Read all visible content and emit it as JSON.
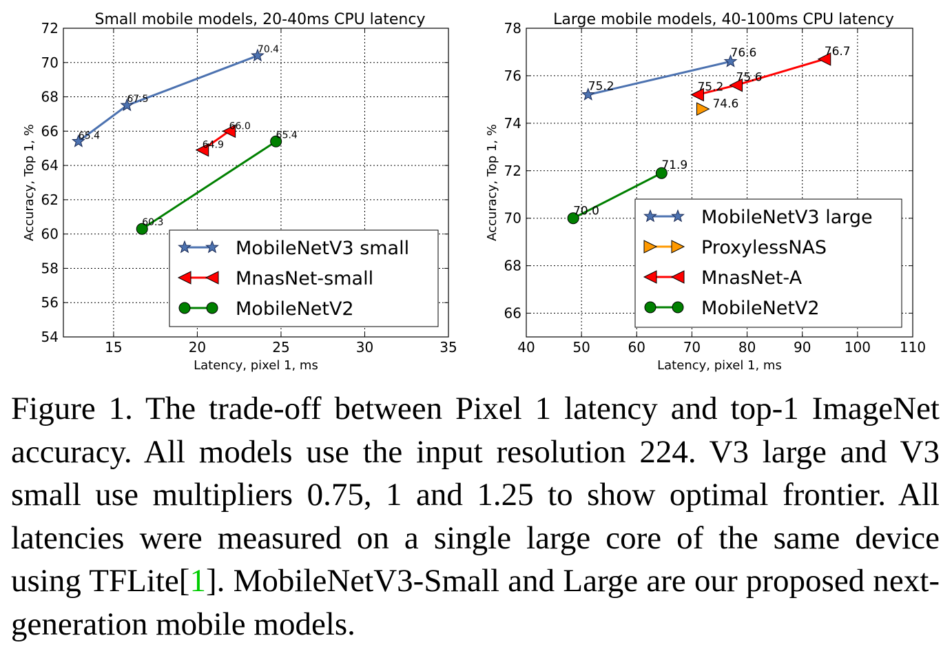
{
  "chart_data": [
    {
      "type": "line",
      "title": "Small mobile models, 20-40ms CPU latency",
      "xlabel": "Latency, pixel 1, ms",
      "ylabel": "Accuracy, Top 1, %",
      "xlim": [
        12,
        35
      ],
      "ylim": [
        54,
        72
      ],
      "xticks": [
        15,
        20,
        25,
        30,
        35
      ],
      "yticks": [
        54,
        56,
        58,
        60,
        62,
        64,
        66,
        68,
        70,
        72
      ],
      "grid": true,
      "legend_position": "lower-right",
      "series": [
        {
          "name": "MobileNetV3 small",
          "color": "#4c72b0",
          "marker": "star",
          "x": [
            12.9,
            15.8,
            23.6
          ],
          "y": [
            65.4,
            67.5,
            70.4
          ],
          "labels": [
            "65.4",
            "67.5",
            "70.4"
          ]
        },
        {
          "name": "MnasNet-small",
          "color": "#ff0000",
          "marker": "triangle-left",
          "x": [
            20.3,
            21.9
          ],
          "y": [
            64.9,
            66.0
          ],
          "labels": [
            "64.9",
            "66.0"
          ]
        },
        {
          "name": "MobileNetV2",
          "color": "#008000",
          "marker": "circle",
          "x": [
            16.7,
            24.7
          ],
          "y": [
            60.3,
            65.4
          ],
          "labels": [
            "60.3",
            "65.4"
          ]
        }
      ]
    },
    {
      "type": "line",
      "title": "Large mobile models, 40-100ms CPU latency",
      "xlabel": "Latency, pixel 1, ms",
      "ylabel": "Accuracy, Top 1, %",
      "xlim": [
        40,
        110
      ],
      "ylim": [
        65,
        78
      ],
      "xticks": [
        40,
        50,
        60,
        70,
        80,
        90,
        100,
        110
      ],
      "yticks": [
        66,
        68,
        70,
        72,
        74,
        76,
        78
      ],
      "grid": true,
      "legend_position": "lower-right",
      "series": [
        {
          "name": "MobileNetV3 large",
          "color": "#4c72b0",
          "marker": "star",
          "x": [
            51.2,
            77.0
          ],
          "y": [
            75.2,
            76.6
          ],
          "labels": [
            "75.2",
            "76.6"
          ]
        },
        {
          "name": "ProxylessNAS",
          "color": "#ff9900",
          "marker": "triangle-right",
          "x": [
            72.0
          ],
          "y": [
            74.6
          ],
          "labels": [
            "74.6"
          ]
        },
        {
          "name": "MnasNet-A",
          "color": "#ff0000",
          "marker": "triangle-left",
          "x": [
            71.0,
            78.0,
            94.0
          ],
          "y": [
            75.2,
            75.6,
            76.7
          ],
          "labels": [
            "75.2",
            "75.6",
            "76.7"
          ]
        },
        {
          "name": "MobileNetV2",
          "color": "#008000",
          "marker": "circle",
          "x": [
            48.5,
            64.5
          ],
          "y": [
            70.0,
            71.9
          ],
          "labels": [
            "70.0",
            "71.9"
          ]
        }
      ]
    }
  ],
  "caption": {
    "text_before_cite": "Figure 1. The trade-off between Pixel 1 latency and top-1 ImageNet accuracy. All models use the input resolution 224. V3 large and V3 small use multipliers 0.75, 1 and 1.25 to show optimal frontier. All latencies were measured on a single large core of the same device using TFLite[",
    "cite": "1",
    "text_after_cite": "]. MobileNetV3-Small and Large are our proposed next-generation mobile models."
  }
}
